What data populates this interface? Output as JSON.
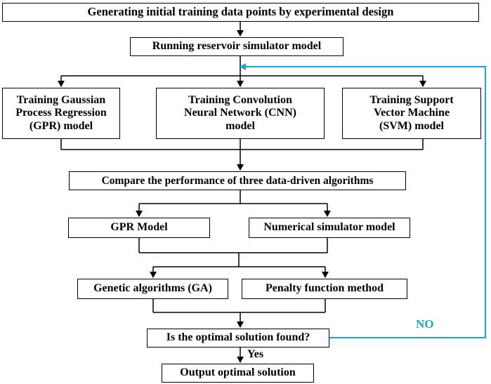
{
  "nodes": {
    "step1": "Generating initial training data points by experimental design",
    "step2": "Running reservoir simulator model",
    "gpr_train": [
      "Training Gaussian",
      "Process Regression",
      "(GPR) model"
    ],
    "cnn_train": [
      "Training Convolution",
      "Neural Network (CNN)",
      "model"
    ],
    "svm_train": [
      "Training Support",
      "Vector Machine",
      "(SVM) model"
    ],
    "compare": "Compare the performance of three data-driven algorithms",
    "gpr_model": "GPR Model",
    "sim_model": "Numerical simulator model",
    "ga": "Genetic algorithms (GA)",
    "penalty": "Penalty function method",
    "decision": "Is the optimal solution found?",
    "output": "Output optimal solution"
  },
  "edge_labels": {
    "yes": "Yes",
    "no": "NO"
  },
  "colors": {
    "line": "#000000",
    "feedback": "#1aa3d9"
  }
}
